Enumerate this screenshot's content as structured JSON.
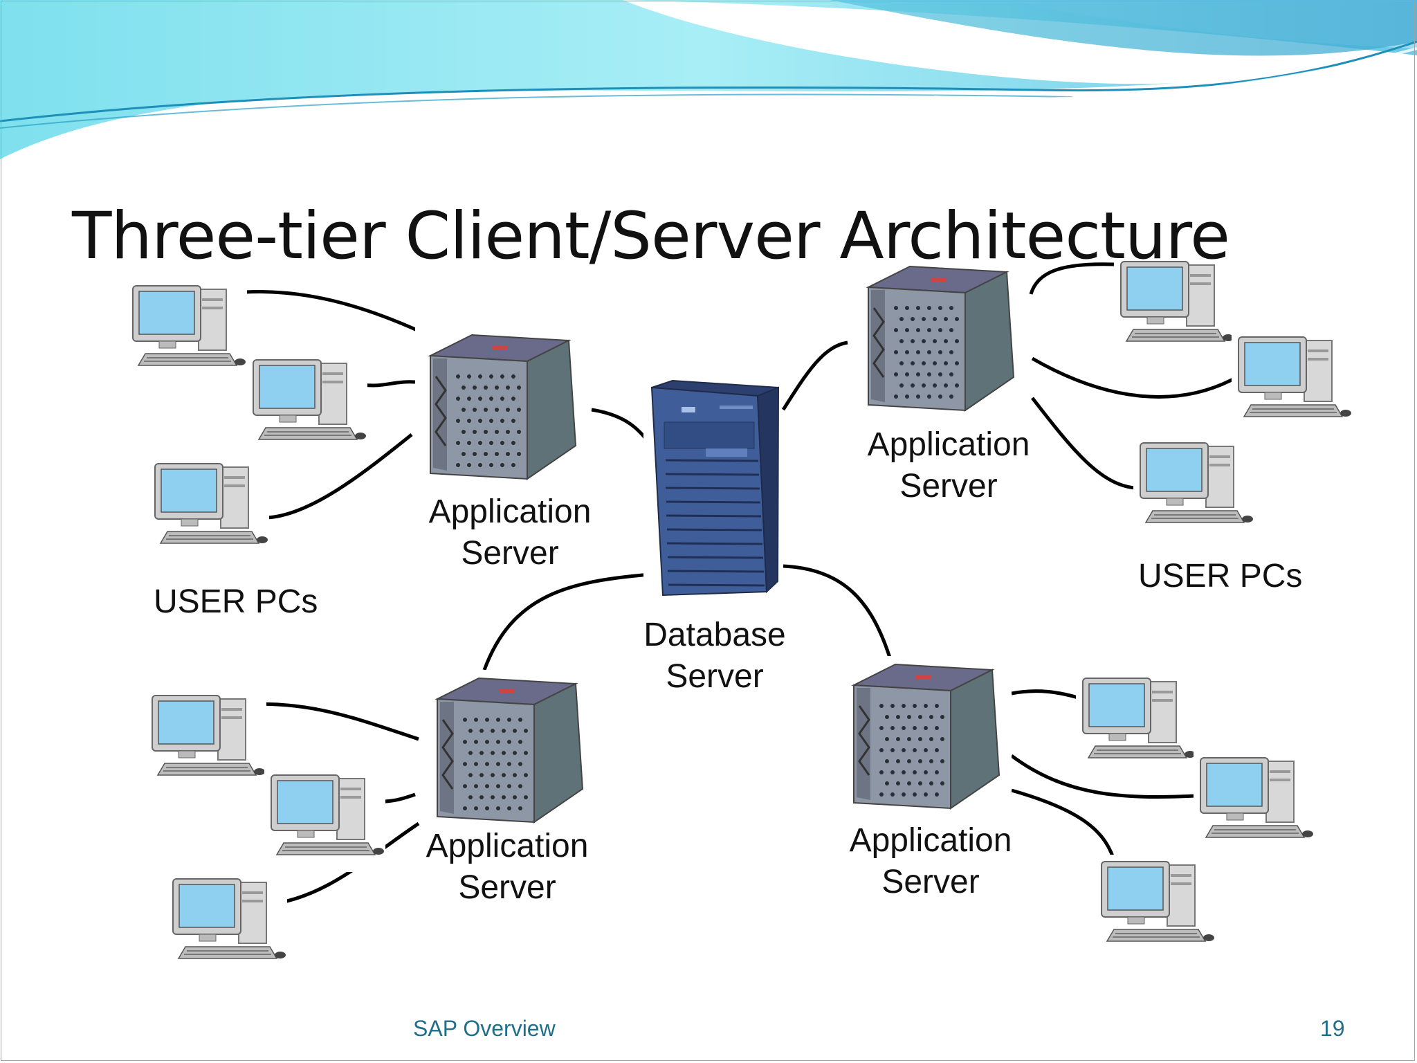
{
  "slide": {
    "title": "Three-tier Client/Server Architecture",
    "footer_left": "SAP Overview",
    "page_number": "19"
  },
  "labels": {
    "app_server_top_left": [
      "Application",
      "Server"
    ],
    "app_server_top_right": [
      "Application",
      "Server"
    ],
    "app_server_bottom_left": [
      "Application",
      "Server"
    ],
    "app_server_bottom_right": [
      "Application",
      "Server"
    ],
    "database_server": [
      "Database",
      "Server"
    ],
    "user_pcs_left": "USER PCs",
    "user_pcs_right": "USER PCs"
  },
  "colors": {
    "wave_light": "#a8eef6",
    "wave_mid": "#6fd3e6",
    "wave_dark": "#3fa9d3",
    "monitor_screen": "#8fd0f0",
    "server_body": "#8a95a3",
    "database_body": "#3f5e99",
    "footer_text": "#1f6f8b"
  }
}
